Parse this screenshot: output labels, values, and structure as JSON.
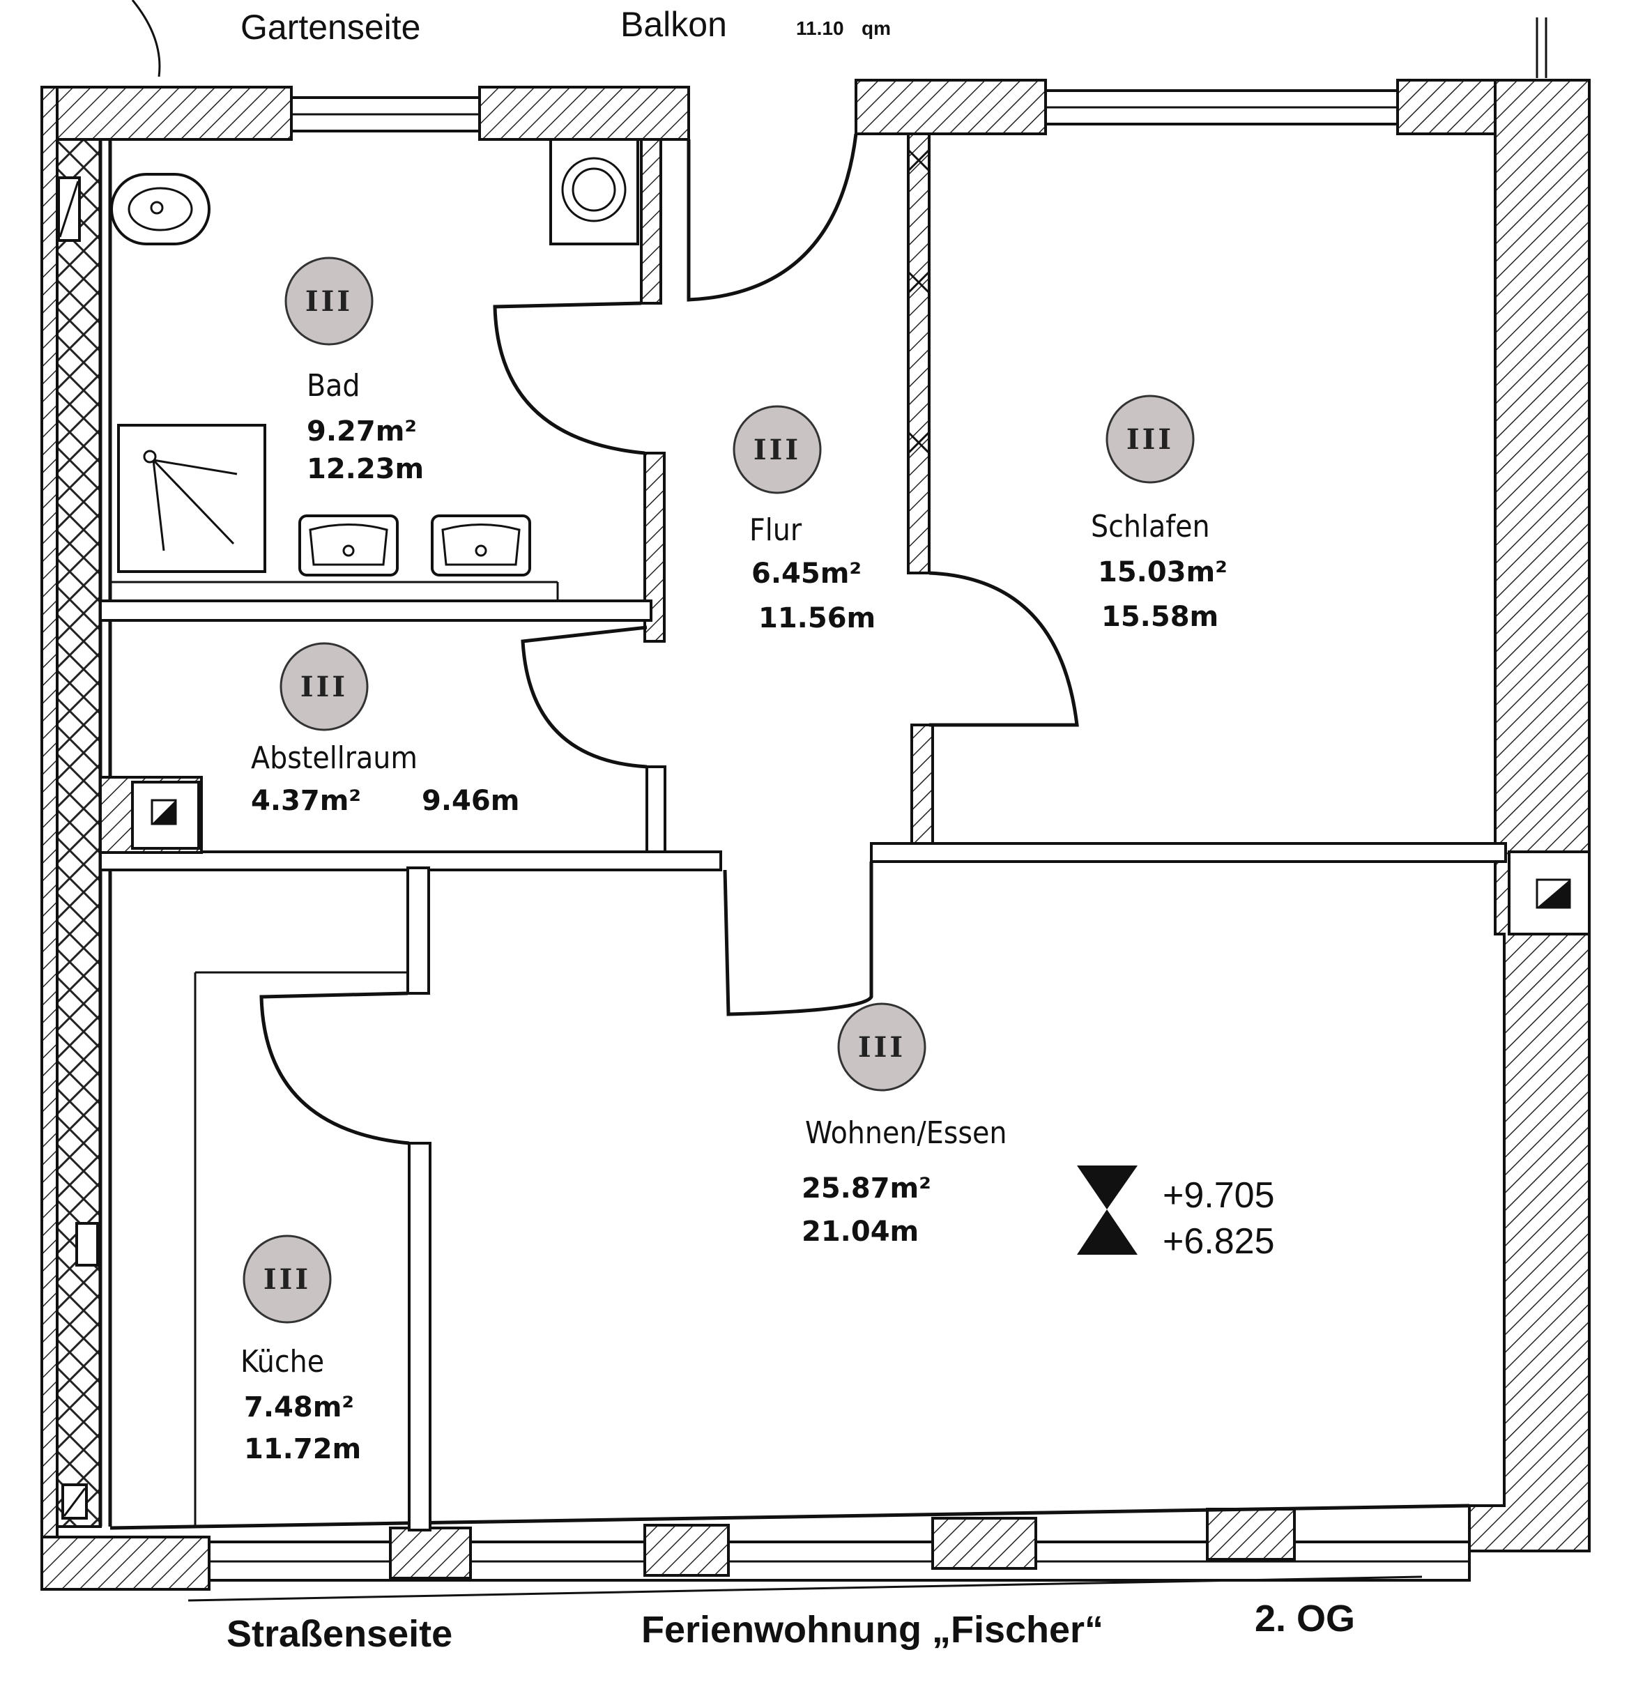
{
  "header": {
    "garden_side": "Gartenseite",
    "balcony": "Balkon",
    "balcony_area": "11.10",
    "balcony_unit": "qm"
  },
  "footer": {
    "street_side": "Straßenseite",
    "apartment": "Ferienwohnung „Fischer“",
    "floor": "2. OG"
  },
  "rooms": {
    "bad": {
      "name": "Bad",
      "area": "9.27m²",
      "perimeter": "12.23m",
      "badge": "III"
    },
    "flur": {
      "name": "Flur",
      "area": "6.45m²",
      "perimeter": "11.56m",
      "badge": "III"
    },
    "schlafen": {
      "name": "Schlafen",
      "area": "15.03m²",
      "perimeter": "15.58m",
      "badge": "III"
    },
    "abstellraum": {
      "name": "Abstellraum",
      "area": "4.37m²",
      "perimeter": "9.46m",
      "badge": "III"
    },
    "wohnen": {
      "name": "Wohnen/Essen",
      "area": "25.87m²",
      "perimeter": "21.04m",
      "badge": "III"
    },
    "kueche": {
      "name": "Küche",
      "area": "7.48m²",
      "perimeter": "11.72m",
      "badge": "III"
    }
  },
  "levels": {
    "upper": "+9.705",
    "lower": "+6.825"
  }
}
